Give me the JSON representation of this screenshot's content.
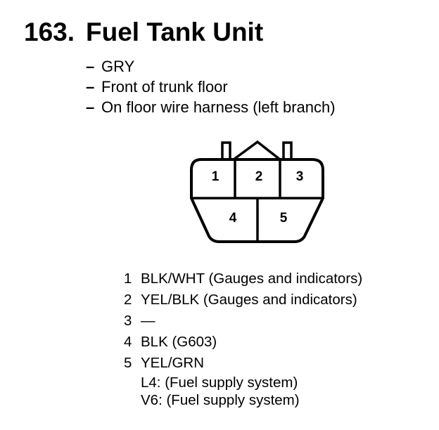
{
  "title": {
    "number": "163.",
    "name": "Fuel Tank Unit"
  },
  "details": [
    {
      "dash": "–",
      "text": "GRY"
    },
    {
      "dash": "–",
      "text": "Front of trunk floor"
    },
    {
      "dash": "–",
      "text": "On floor wire harness (left branch)"
    }
  ],
  "connector": {
    "cavities": [
      "1",
      "2",
      "3",
      "4",
      "5"
    ]
  },
  "pins": [
    {
      "n": "1",
      "text": "BLK/WHT (Gauges and indicators)",
      "sub": []
    },
    {
      "n": "2",
      "text": "YEL/BLK (Gauges and indicators)",
      "sub": []
    },
    {
      "n": "3",
      "text": "—",
      "sub": []
    },
    {
      "n": "4",
      "text": "BLK (G603)",
      "sub": []
    },
    {
      "n": "5",
      "text": "YEL/GRN",
      "sub": [
        "L4: (Fuel supply system)",
        "V6: (Fuel supply system)"
      ]
    }
  ]
}
